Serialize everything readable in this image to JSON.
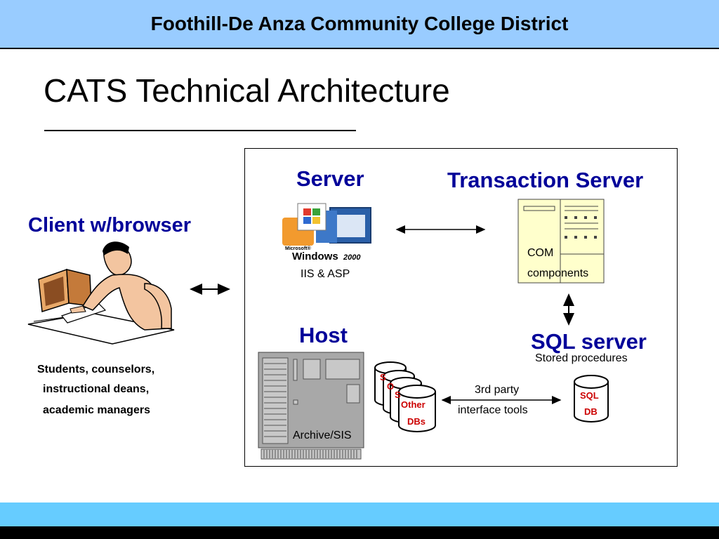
{
  "header": {
    "title": "Foothill-De Anza Community College District"
  },
  "slide": {
    "title": "CATS Technical Architecture"
  },
  "client": {
    "heading": "Client w/browser",
    "users": [
      "Students, counselors,",
      "instructional deans,",
      "academic managers"
    ]
  },
  "server": {
    "heading": "Server",
    "logo_small": "Microsoft®",
    "logo_text": "Windows",
    "logo_version": "2000",
    "label": "IIS & ASP"
  },
  "transaction_server": {
    "heading": "Transaction Server",
    "com": "COM",
    "components": "components"
  },
  "host": {
    "heading": "Host",
    "label": "Archive/SIS"
  },
  "databases": {
    "stack_top1": "S",
    "stack_top2": "O",
    "stack_top3": "S",
    "other_line1": "Other",
    "other_line2": "DBs"
  },
  "interface": {
    "line1": "3rd party",
    "line2": "interface tools"
  },
  "sql": {
    "heading": "SQL server",
    "subtitle": "Stored procedures",
    "db_line1": "SQL",
    "db_line2": "DB"
  },
  "colors": {
    "header_bg": "#99ccff",
    "heading_blue": "#000099",
    "db_red": "#cc0000",
    "footer_band": "#66ccff"
  }
}
